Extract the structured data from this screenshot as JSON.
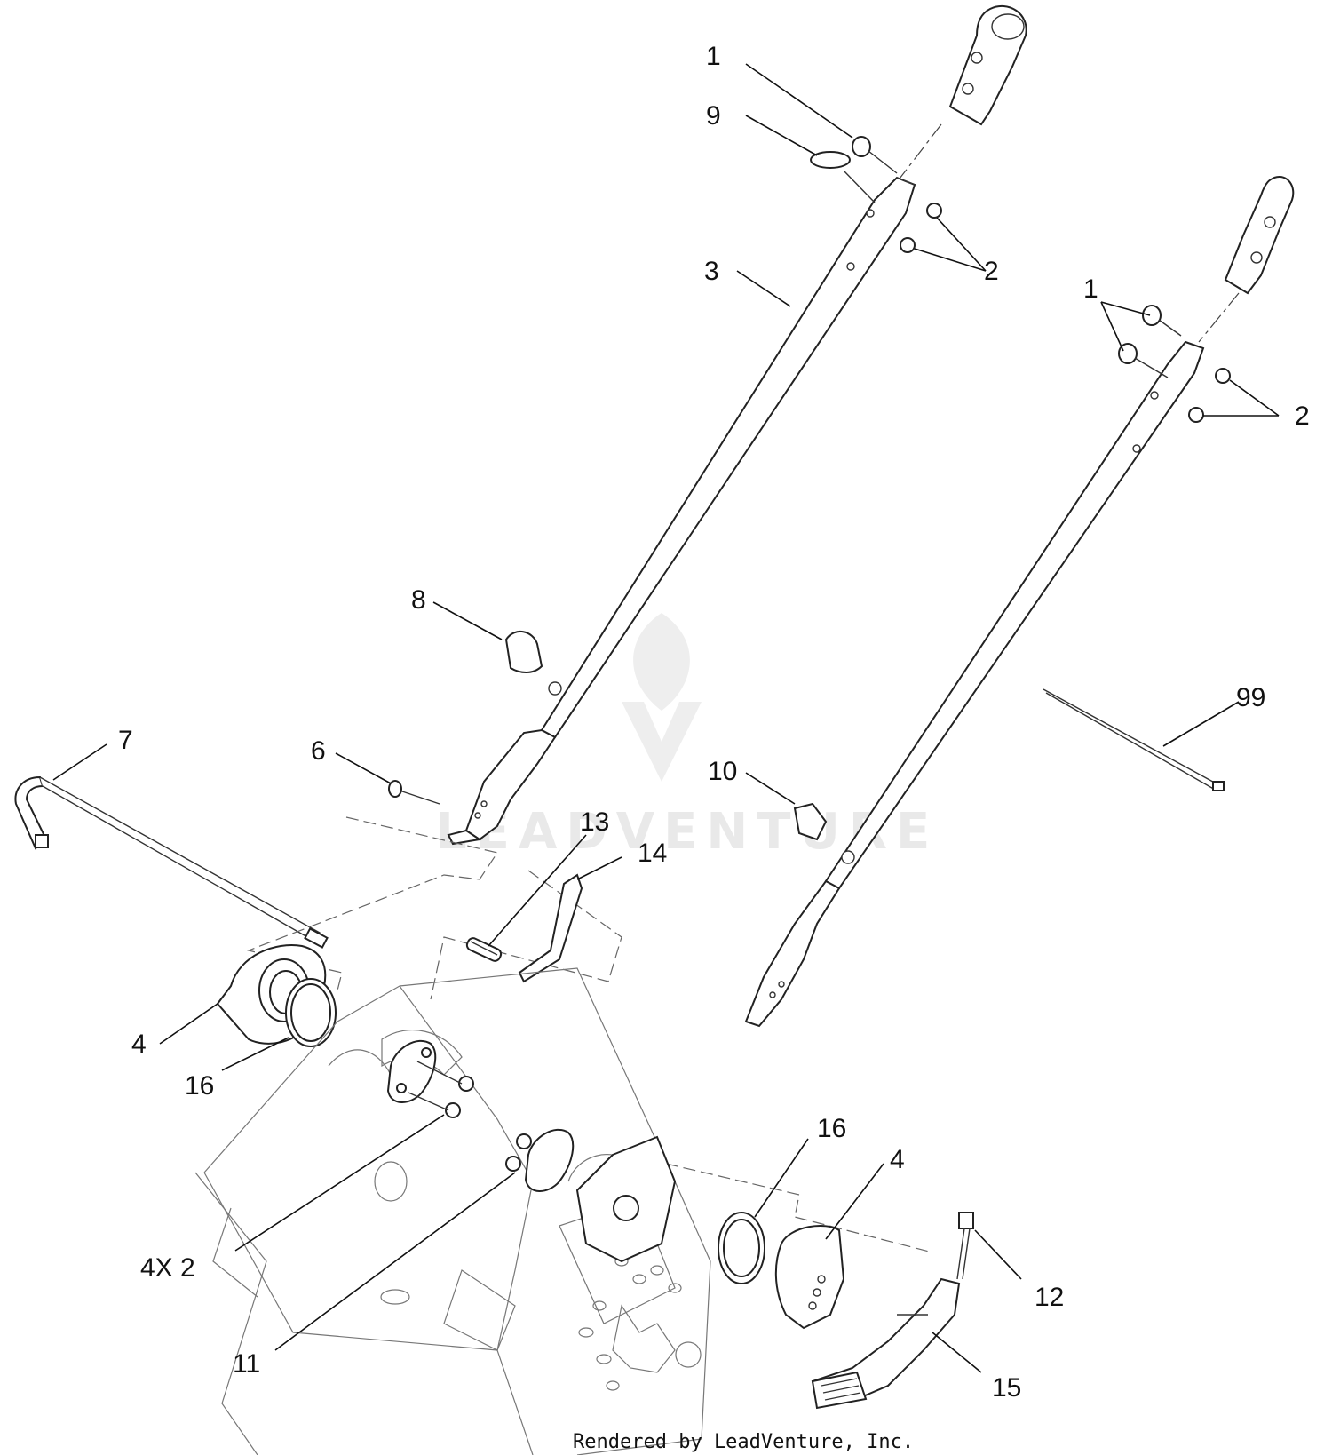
{
  "watermark": {
    "text": "LEADVENTURE"
  },
  "credit": {
    "text": "Rendered by LeadVenture, Inc."
  },
  "callouts": {
    "c1_top": "1",
    "c9": "9",
    "c2_top": "2",
    "c3": "3",
    "c1_right": "1",
    "c2_right": "2",
    "c8": "8",
    "c99": "99",
    "c7": "7",
    "c6": "6",
    "c10": "10",
    "c13": "13",
    "c14": "14",
    "c4_left": "4",
    "c16_left": "16",
    "c16_right": "16",
    "c4_right": "4",
    "c4x2": "4X 2",
    "c12": "12",
    "c11": "11",
    "c15": "15"
  }
}
